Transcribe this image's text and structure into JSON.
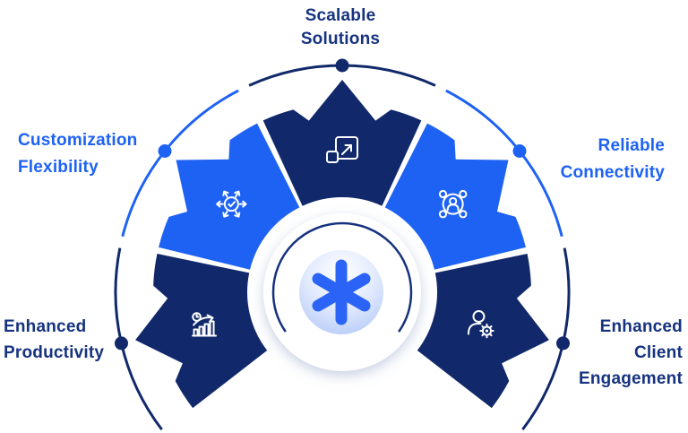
{
  "background": "#ffffff",
  "palette": {
    "navy": "#11296B",
    "blue": "#1E62F3",
    "text_navy": "#16337F",
    "text_blue": "#1E62F3",
    "icon_stroke": "#FFFFFF",
    "center_asterisk": "#2A63F6",
    "center_ring": "#16327E"
  },
  "center": {
    "icon": "asterisk-icon"
  },
  "segments": [
    {
      "id": "scalable-solutions",
      "label_lines": [
        "Scalable",
        "Solutions"
      ],
      "color": "navy",
      "icon": "scale-up-icon"
    },
    {
      "id": "customization-flexibility",
      "label_lines": [
        "Customization",
        "Flexibility"
      ],
      "color": "blue",
      "icon": "multi-directional-arrows-icon"
    },
    {
      "id": "reliable-connectivity",
      "label_lines": [
        "Reliable",
        "Connectivity"
      ],
      "color": "blue",
      "icon": "network-people-icon"
    },
    {
      "id": "enhanced-productivity",
      "label_lines": [
        "Enhanced",
        "Productivity"
      ],
      "color": "navy",
      "icon": "growth-chart-icon"
    },
    {
      "id": "enhanced-client-engagement",
      "label_lines": [
        "Enhanced",
        "Client",
        "Engagement"
      ],
      "color": "navy",
      "icon": "user-gear-icon"
    }
  ]
}
